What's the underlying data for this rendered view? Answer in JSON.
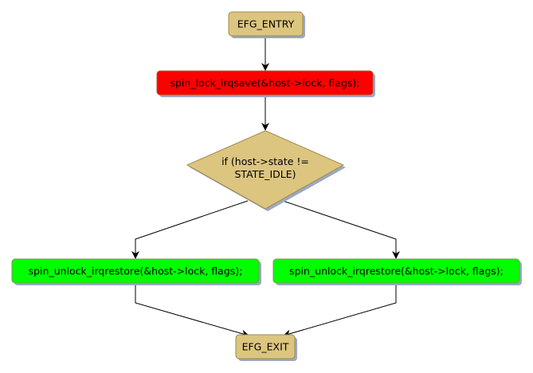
{
  "diagram": {
    "type": "flowchart",
    "colors": {
      "terminal": "#dcc57f",
      "terminal_border": "#a08a4a",
      "lock": "#ff0000",
      "unlock": "#00ff00",
      "decision": "#dcc57f",
      "shadow": "#9aa8c4",
      "edge": "#000000"
    },
    "nodes": {
      "entry": {
        "label": "EFG_ENTRY",
        "kind": "terminal"
      },
      "lock": {
        "label": "spin_lock_irqsave(&host->lock, flags);",
        "kind": "process"
      },
      "decision": {
        "label_line1": "if (host->state !=",
        "label_line2": "STATE_IDLE)",
        "kind": "decision"
      },
      "unlock_left": {
        "label": "spin_unlock_irqrestore(&host->lock, flags);",
        "kind": "process"
      },
      "unlock_right": {
        "label": "spin_unlock_irqrestore(&host->lock, flags);",
        "kind": "process"
      },
      "exit": {
        "label": "EFG_EXIT",
        "kind": "terminal"
      }
    },
    "edges": [
      {
        "from": "entry",
        "to": "lock"
      },
      {
        "from": "lock",
        "to": "decision"
      },
      {
        "from": "decision",
        "to": "unlock_left"
      },
      {
        "from": "decision",
        "to": "unlock_right"
      },
      {
        "from": "unlock_left",
        "to": "exit"
      },
      {
        "from": "unlock_right",
        "to": "exit"
      }
    ]
  }
}
